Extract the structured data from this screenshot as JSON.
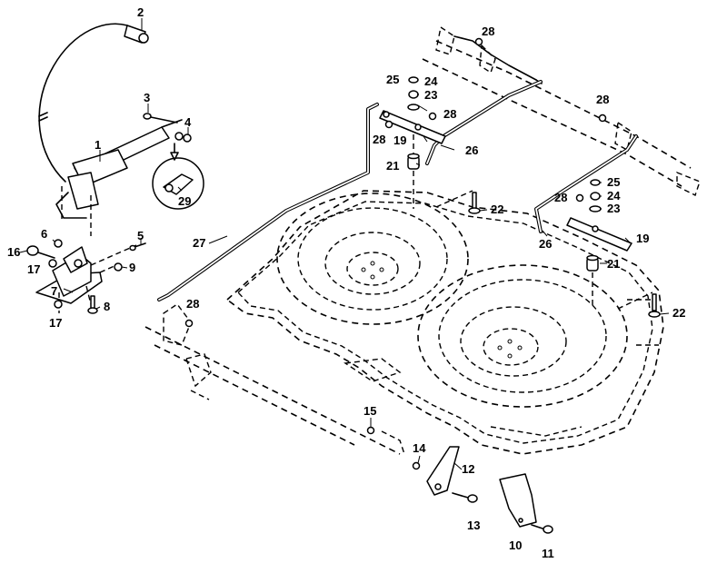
{
  "callouts": [
    {
      "id": "c1",
      "label": "1"
    },
    {
      "id": "c2",
      "label": "2"
    },
    {
      "id": "c3",
      "label": "3"
    },
    {
      "id": "c4",
      "label": "4"
    },
    {
      "id": "c5",
      "label": "5"
    },
    {
      "id": "c6",
      "label": "6"
    },
    {
      "id": "c7",
      "label": "7"
    },
    {
      "id": "c8",
      "label": "8"
    },
    {
      "id": "c9",
      "label": "9"
    },
    {
      "id": "c10",
      "label": "10"
    },
    {
      "id": "c11",
      "label": "11"
    },
    {
      "id": "c12",
      "label": "12"
    },
    {
      "id": "c13",
      "label": "13"
    },
    {
      "id": "c14",
      "label": "14"
    },
    {
      "id": "c15",
      "label": "15"
    },
    {
      "id": "c16",
      "label": "16"
    },
    {
      "id": "c17a",
      "label": "17"
    },
    {
      "id": "c17b",
      "label": "17"
    },
    {
      "id": "c19a",
      "label": "19"
    },
    {
      "id": "c19b",
      "label": "19"
    },
    {
      "id": "c21a",
      "label": "21"
    },
    {
      "id": "c21b",
      "label": "21"
    },
    {
      "id": "c22a",
      "label": "22"
    },
    {
      "id": "c22b",
      "label": "22"
    },
    {
      "id": "c23a",
      "label": "23"
    },
    {
      "id": "c23b",
      "label": "23"
    },
    {
      "id": "c24a",
      "label": "24"
    },
    {
      "id": "c24b",
      "label": "24"
    },
    {
      "id": "c25a",
      "label": "25"
    },
    {
      "id": "c25b",
      "label": "25"
    },
    {
      "id": "c26a",
      "label": "26"
    },
    {
      "id": "c26b",
      "label": "26"
    },
    {
      "id": "c27",
      "label": "27"
    },
    {
      "id": "c28a",
      "label": "28"
    },
    {
      "id": "c28b",
      "label": "28"
    },
    {
      "id": "c28c",
      "label": "28"
    },
    {
      "id": "c28d",
      "label": "28"
    },
    {
      "id": "c28e",
      "label": "28"
    },
    {
      "id": "c28f",
      "label": "28"
    },
    {
      "id": "c29",
      "label": "29"
    }
  ]
}
